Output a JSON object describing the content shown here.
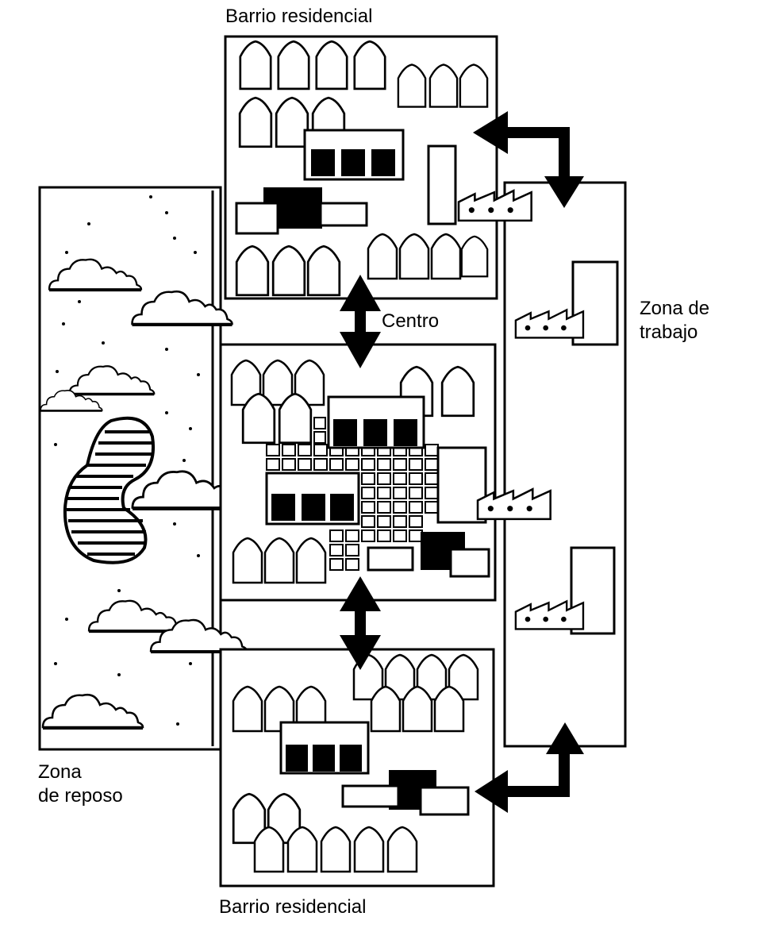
{
  "labels": {
    "top_residential": "Barrio residencial",
    "center": "Centro",
    "work_zone_line1": "Zona de",
    "work_zone_line2": "trabajo",
    "rest_zone_line1": "Zona",
    "rest_zone_line2": "de reposo",
    "bottom_residential": "Barrio residencial"
  },
  "colors": {
    "ink": "#000000",
    "paper": "#ffffff"
  }
}
